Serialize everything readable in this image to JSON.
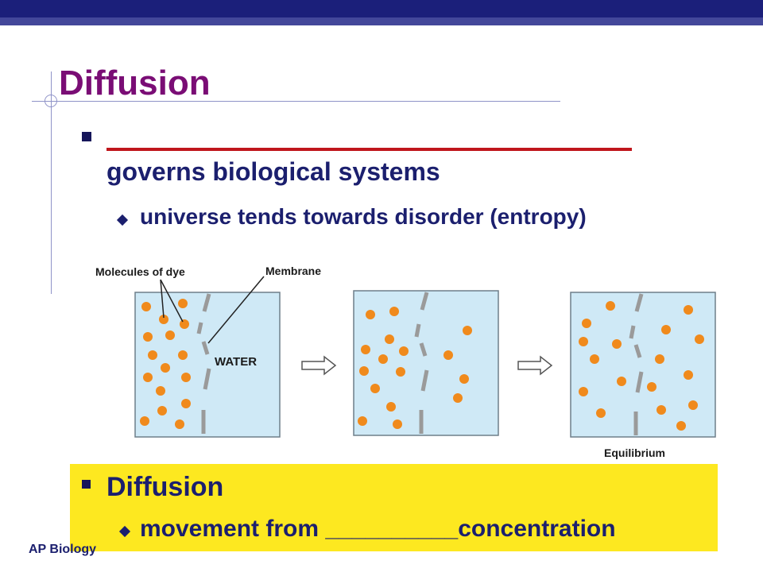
{
  "slide": {
    "title": "Diffusion",
    "bullet_line": "governs biological systems",
    "sub_bullet": "universe tends towards disorder (entropy)",
    "footer": "AP Biology"
  },
  "diagram": {
    "label_dye": "Molecules of dye",
    "label_membrane": "Membrane",
    "label_water": "WATER",
    "label_equilibrium": "Equilibrium",
    "water_color": "#cfe9f6",
    "dot_color": "#f08a1c",
    "membrane_color": "#9a9a9a"
  },
  "callout": {
    "title": "Diffusion",
    "text": "movement from __________concentration",
    "bg_color": "#fde820"
  }
}
